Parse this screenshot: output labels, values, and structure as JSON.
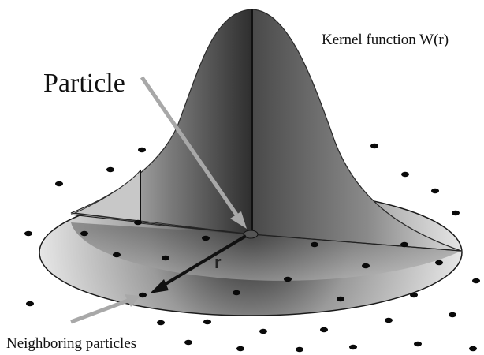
{
  "labels": {
    "particle": "Particle",
    "kernel": "Kernel function W(r)",
    "neighbors": "Neighboring particles",
    "radius": "r"
  },
  "colors": {
    "background": "#ffffff",
    "dot": "#0a0a0a",
    "arrow_gray": "#a8a8a8",
    "radius_arrow": "#111111",
    "disk_edge": "#1a1a1a",
    "surface_dark": "#3a3a3a",
    "surface_light": "#e8e8e8"
  },
  "icons": {
    "particle_pointer": "gray-arrow",
    "neighbor_pointer": "gray-arrow",
    "radius_vector": "black-arrow"
  }
}
